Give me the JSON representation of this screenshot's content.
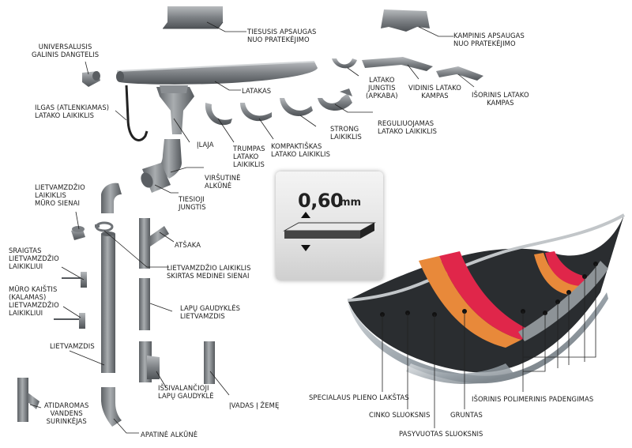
{
  "parts": {
    "tiesusis": [
      "TIESUSIS APSAUGAS",
      "NUO PRATEKĖJIMO"
    ],
    "kampinis": [
      "KAMPINIS APSAUGAS",
      "NUO PRATEKĖJIMO"
    ],
    "universalusis": [
      "UNIVERSALUSIS",
      "GALINIS DANGTELIS"
    ],
    "latakas": "LATAKAS",
    "latako_jungtis": [
      "LATAKO",
      "JUNGTIS",
      "(APKABA)"
    ],
    "vidinis_kampas": [
      "VIDINIS LATAKO",
      "KAMPAS"
    ],
    "isorinis_kampas": [
      "IŠORINIS LATAKO",
      "KAMPAS"
    ],
    "ilgas_laikiklis": [
      "ILGAS (ATLENKIAMAS)",
      "LATAKO LAIKIKLIS"
    ],
    "ilaja": "ĮLAJA",
    "trumpas": [
      "TRUMPAS",
      "LATAKO",
      "LAIKIKLIS"
    ],
    "kompaktiskas": [
      "KOMPAKTIŠKAS",
      "LATAKO LAIKIKLIS"
    ],
    "strong": [
      "STRONG",
      "LAIKIKLIS"
    ],
    "reguliuojamas": [
      "REGULIUOJAMAS",
      "LATAKO LAIKIKLIS"
    ],
    "virsutine_alkune": [
      "VIRŠUTINĖ",
      "ALKŪNĖ"
    ],
    "tiesioji_jungtis": [
      "TIESIOJI",
      "JUNGTIS"
    ],
    "muro_laikiklis": [
      "LIETVAMZDŽIO",
      "LAIKIKLIS",
      "MŪRO SIENAI"
    ],
    "atsaka": "ATŠAKA",
    "sraigtas": [
      "SRAIGTAS",
      "LIETVAMZDŽIO",
      "LAIKIKLIUI"
    ],
    "medine_laikiklis": [
      "LIETVAMZDŽIO LAIKIKLIS",
      "SKIRTAS MEDINEI SIENAI"
    ],
    "muro_kaistis": [
      "MŪRO KAIŠTIS",
      "(KALAMAS)",
      "LIETVAMZDŽIO",
      "LAIKIKLIUI"
    ],
    "lapu_lietvamzdis": [
      "LAPŲ GAUDYKLĖS",
      "LIETVAMZDIS"
    ],
    "lietvamzdis": "LIETVAMZDIS",
    "issivalancioji": [
      "IŠSIVALANČIOJI",
      "LAPŲ GAUDYKLĖ"
    ],
    "ivadas": "ĮVADAS Į ŽEMĘ",
    "atidaromas": [
      "ATIDAROMAS",
      "VANDENS",
      "SURINKĖJAS"
    ],
    "apatine_alkune": "APATINĖ ALKŪNĖ"
  },
  "thickness": {
    "value": "0,60",
    "unit": "mm"
  },
  "layers": {
    "specialaus": "SPECIALAUS PLIENO LAKŠTAS",
    "cinko": "CINKO SLUOKSNIS",
    "gruntas": "GRUNTAS",
    "isorinis_polimerinis": "IŠORINIS POLIMERINIS PADENGIMAS",
    "pasyvuotas": "PASYVUOTAS SLUOKSNIS"
  },
  "colors": {
    "metal": "#7d8185",
    "metal_dark": "#55595d",
    "red": "#e0264a",
    "orange": "#e8893a",
    "black": "#151515"
  }
}
